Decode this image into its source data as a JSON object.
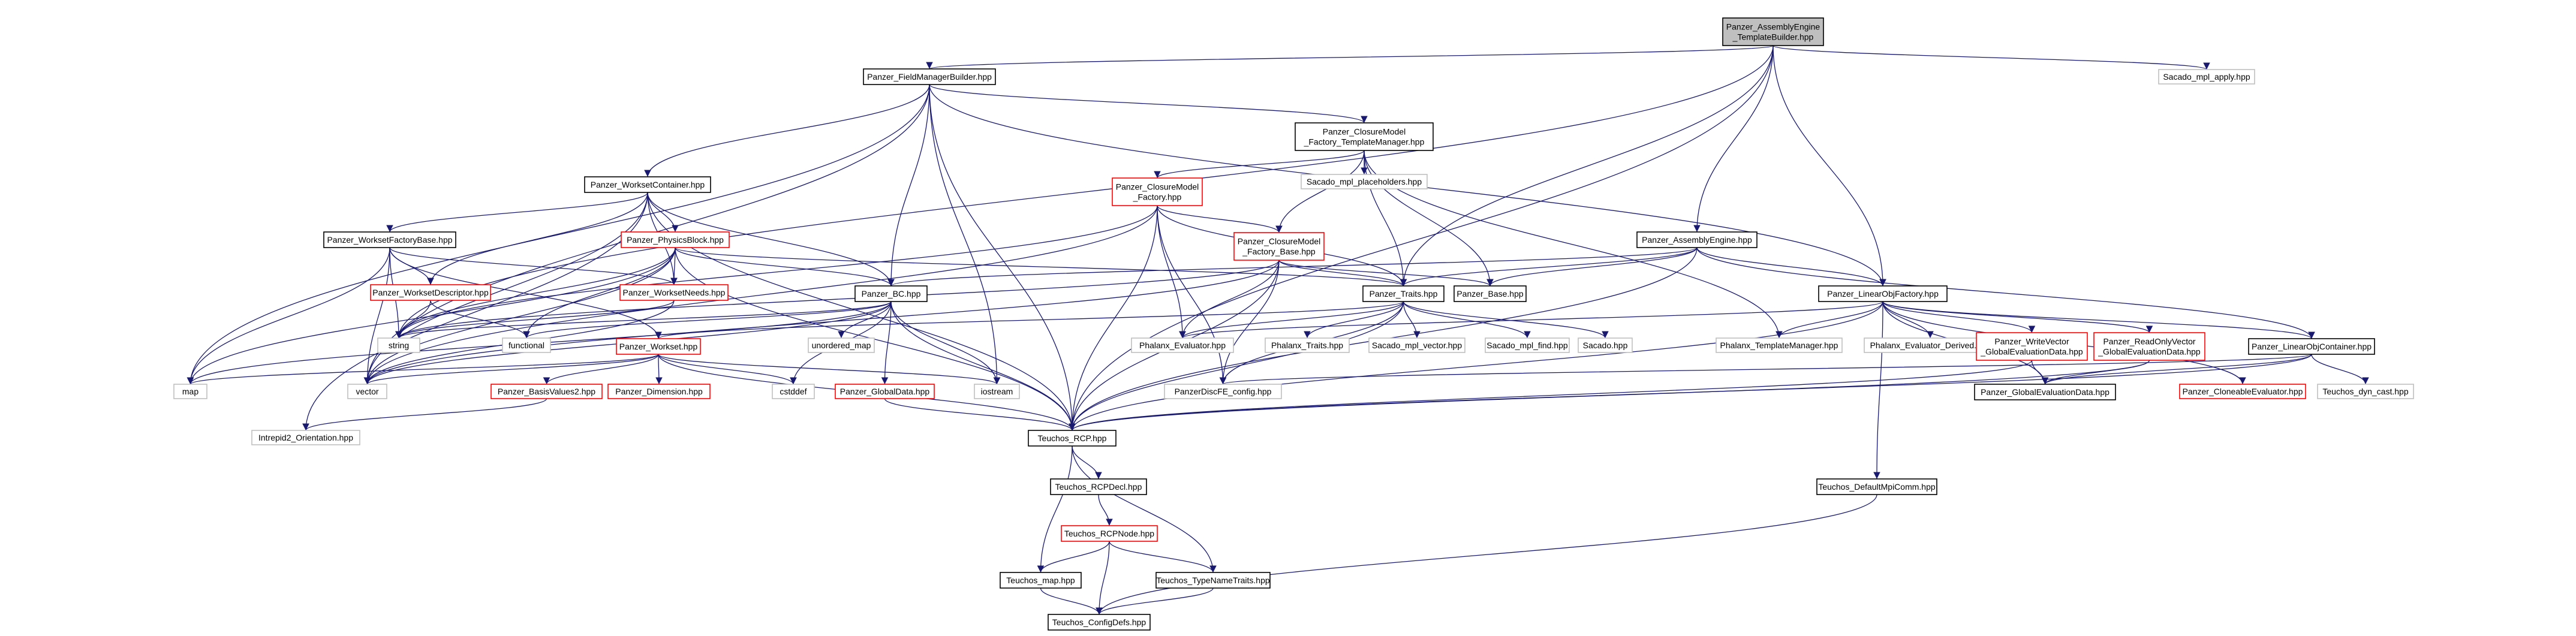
{
  "diagram": {
    "type": "include-dependency-graph",
    "colors": {
      "edge": "#191970",
      "border_normal": "#000000",
      "border_red": "#ff0000",
      "border_plain": "#bfbfbf",
      "root_fill": "#bfbfbf",
      "fill": "#ffffff"
    },
    "nodes": [
      {
        "id": "root",
        "lines": [
          "Panzer_AssemblyEngine",
          "_TemplateBuilder.hpp"
        ],
        "style": "root"
      },
      {
        "id": "fmb",
        "lines": [
          "Panzer_FieldManagerBuilder.hpp"
        ],
        "style": "normal"
      },
      {
        "id": "sacado_mpl_apply",
        "lines": [
          "Sacado_mpl_apply.hpp"
        ],
        "style": "plain"
      },
      {
        "id": "cm_tm",
        "lines": [
          "Panzer_ClosureModel",
          "_Factory_TemplateManager.hpp"
        ],
        "style": "normal"
      },
      {
        "id": "wsc",
        "lines": [
          "Panzer_WorksetContainer.hpp"
        ],
        "style": "normal"
      },
      {
        "id": "cmf",
        "lines": [
          "Panzer_ClosureModel",
          "_Factory.hpp"
        ],
        "style": "red"
      },
      {
        "id": "sacado_ph",
        "lines": [
          "Sacado_mpl_placeholders.hpp"
        ],
        "style": "plain"
      },
      {
        "id": "wsfb",
        "lines": [
          "Panzer_WorksetFactoryBase.hpp"
        ],
        "style": "normal"
      },
      {
        "id": "pb",
        "lines": [
          "Panzer_PhysicsBlock.hpp"
        ],
        "style": "red"
      },
      {
        "id": "cmfb",
        "lines": [
          "Panzer_ClosureModel",
          "_Factory_Base.hpp"
        ],
        "style": "red"
      },
      {
        "id": "ae",
        "lines": [
          "Panzer_AssemblyEngine.hpp"
        ],
        "style": "normal"
      },
      {
        "id": "wsd",
        "lines": [
          "Panzer_WorksetDescriptor.hpp"
        ],
        "style": "red"
      },
      {
        "id": "wsn",
        "lines": [
          "Panzer_WorksetNeeds.hpp"
        ],
        "style": "red"
      },
      {
        "id": "bc",
        "lines": [
          "Panzer_BC.hpp"
        ],
        "style": "normal"
      },
      {
        "id": "traits",
        "lines": [
          "Panzer_Traits.hpp"
        ],
        "style": "normal"
      },
      {
        "id": "base",
        "lines": [
          "Panzer_Base.hpp"
        ],
        "style": "normal"
      },
      {
        "id": "lof",
        "lines": [
          "Panzer_LinearObjFactory.hpp"
        ],
        "style": "normal"
      },
      {
        "id": "string",
        "lines": [
          "string"
        ],
        "style": "plain"
      },
      {
        "id": "functional",
        "lines": [
          "functional"
        ],
        "style": "plain"
      },
      {
        "id": "unordered_map",
        "lines": [
          "unordered_map"
        ],
        "style": "plain"
      },
      {
        "id": "phx_eval",
        "lines": [
          "Phalanx_Evaluator.hpp"
        ],
        "style": "plain"
      },
      {
        "id": "phx_traits",
        "lines": [
          "Phalanx_Traits.hpp"
        ],
        "style": "plain"
      },
      {
        "id": "sacado_vec",
        "lines": [
          "Sacado_mpl_vector.hpp"
        ],
        "style": "plain"
      },
      {
        "id": "sacado_find",
        "lines": [
          "Sacado_mpl_find.hpp"
        ],
        "style": "plain"
      },
      {
        "id": "sacado",
        "lines": [
          "Sacado.hpp"
        ],
        "style": "plain"
      },
      {
        "id": "phx_tm",
        "lines": [
          "Phalanx_TemplateManager.hpp"
        ],
        "style": "plain"
      },
      {
        "id": "phx_ed",
        "lines": [
          "Phalanx_Evaluator_Derived.hpp"
        ],
        "style": "plain"
      },
      {
        "id": "wv",
        "lines": [
          "Panzer_WriteVector",
          "_GlobalEvaluationData.hpp"
        ],
        "style": "red"
      },
      {
        "id": "rov",
        "lines": [
          "Panzer_ReadOnlyVector",
          "_GlobalEvaluationData.hpp"
        ],
        "style": "red"
      },
      {
        "id": "loc",
        "lines": [
          "Panzer_LinearObjContainer.hpp"
        ],
        "style": "normal"
      },
      {
        "id": "workset",
        "lines": [
          "Panzer_Workset.hpp"
        ],
        "style": "red"
      },
      {
        "id": "map",
        "lines": [
          "map"
        ],
        "style": "plain"
      },
      {
        "id": "vector",
        "lines": [
          "vector"
        ],
        "style": "plain"
      },
      {
        "id": "bv2",
        "lines": [
          "Panzer_BasisValues2.hpp"
        ],
        "style": "red"
      },
      {
        "id": "dim",
        "lines": [
          "Panzer_Dimension.hpp"
        ],
        "style": "red"
      },
      {
        "id": "cstddef",
        "lines": [
          "cstddef"
        ],
        "style": "plain"
      },
      {
        "id": "gd",
        "lines": [
          "Panzer_GlobalData.hpp"
        ],
        "style": "red"
      },
      {
        "id": "iostream",
        "lines": [
          "iostream"
        ],
        "style": "plain"
      },
      {
        "id": "config",
        "lines": [
          "PanzerDiscFE_config.hpp"
        ],
        "style": "plain"
      },
      {
        "id": "ged",
        "lines": [
          "Panzer_GlobalEvaluationData.hpp"
        ],
        "style": "normal"
      },
      {
        "id": "clone",
        "lines": [
          "Panzer_CloneableEvaluator.hpp"
        ],
        "style": "red"
      },
      {
        "id": "dyncast",
        "lines": [
          "Teuchos_dyn_cast.hpp"
        ],
        "style": "plain"
      },
      {
        "id": "intrepid",
        "lines": [
          "Intrepid2_Orientation.hpp"
        ],
        "style": "plain"
      },
      {
        "id": "rcp",
        "lines": [
          "Teuchos_RCP.hpp"
        ],
        "style": "normal"
      },
      {
        "id": "rcpdecl",
        "lines": [
          "Teuchos_RCPDecl.hpp"
        ],
        "style": "normal"
      },
      {
        "id": "dmc",
        "lines": [
          "Teuchos_DefaultMpiComm.hpp"
        ],
        "style": "normal"
      },
      {
        "id": "rcpnode",
        "lines": [
          "Teuchos_RCPNode.hpp"
        ],
        "style": "red"
      },
      {
        "id": "tmap",
        "lines": [
          "Teuchos_map.hpp"
        ],
        "style": "normal"
      },
      {
        "id": "tnt",
        "lines": [
          "Teuchos_TypeNameTraits.hpp"
        ],
        "style": "normal"
      },
      {
        "id": "cdefs",
        "lines": [
          "Teuchos_ConfigDefs.hpp"
        ],
        "style": "normal"
      }
    ],
    "edges": [
      [
        "root",
        "fmb"
      ],
      [
        "root",
        "sacado_mpl_apply"
      ],
      [
        "root",
        "string"
      ],
      [
        "root",
        "traits"
      ],
      [
        "root",
        "ae"
      ],
      [
        "root",
        "lof"
      ],
      [
        "root",
        "rcp"
      ],
      [
        "fmb",
        "cm_tm"
      ],
      [
        "fmb",
        "wsc"
      ],
      [
        "fmb",
        "bc"
      ],
      [
        "fmb",
        "lof"
      ],
      [
        "fmb",
        "map"
      ],
      [
        "fmb",
        "vector"
      ],
      [
        "fmb",
        "iostream"
      ],
      [
        "fmb",
        "rcp"
      ],
      [
        "cm_tm",
        "cmf"
      ],
      [
        "cm_tm",
        "cmfb"
      ],
      [
        "cm_tm",
        "sacado_ph"
      ],
      [
        "cm_tm",
        "traits"
      ],
      [
        "cm_tm",
        "base"
      ],
      [
        "cm_tm",
        "phx_tm"
      ],
      [
        "wsc",
        "wsfb"
      ],
      [
        "wsc",
        "pb"
      ],
      [
        "wsc",
        "wsd"
      ],
      [
        "wsc",
        "wsn"
      ],
      [
        "wsc",
        "bc"
      ],
      [
        "wsc",
        "vector"
      ],
      [
        "wsc",
        "rcp"
      ],
      [
        "wsc",
        "intrepid"
      ],
      [
        "cmf",
        "cmfb"
      ],
      [
        "cmf",
        "traits"
      ],
      [
        "cmf",
        "string"
      ],
      [
        "cmf",
        "phx_eval"
      ],
      [
        "cmf",
        "rcp"
      ],
      [
        "cmf",
        "config"
      ],
      [
        "cmf",
        "vector"
      ],
      [
        "cmfb",
        "traits"
      ],
      [
        "cmfb",
        "base"
      ],
      [
        "cmfb",
        "phx_eval"
      ],
      [
        "cmfb",
        "string"
      ],
      [
        "cmfb",
        "vector"
      ],
      [
        "cmfb",
        "rcp"
      ],
      [
        "cmfb",
        "config"
      ],
      [
        "wsfb",
        "wsd"
      ],
      [
        "wsfb",
        "wsn"
      ],
      [
        "wsfb",
        "workset"
      ],
      [
        "wsfb",
        "string"
      ],
      [
        "wsfb",
        "map"
      ],
      [
        "wsfb",
        "vector"
      ],
      [
        "pb",
        "wsn"
      ],
      [
        "pb",
        "bc"
      ],
      [
        "pb",
        "traits"
      ],
      [
        "pb",
        "string"
      ],
      [
        "pb",
        "vector"
      ],
      [
        "pb",
        "map"
      ],
      [
        "pb",
        "rcp"
      ],
      [
        "pb",
        "functional"
      ],
      [
        "ae",
        "bc"
      ],
      [
        "ae",
        "traits"
      ],
      [
        "ae",
        "base"
      ],
      [
        "ae",
        "lof"
      ],
      [
        "ae",
        "loc"
      ],
      [
        "ae",
        "rcp"
      ],
      [
        "wsd",
        "string"
      ],
      [
        "wsd",
        "functional"
      ],
      [
        "wsn",
        "string"
      ],
      [
        "wsn",
        "vector"
      ],
      [
        "bc",
        "string"
      ],
      [
        "bc",
        "functional"
      ],
      [
        "bc",
        "unordered_map"
      ],
      [
        "bc",
        "iostream"
      ],
      [
        "bc",
        "vector"
      ],
      [
        "bc",
        "map"
      ],
      [
        "bc",
        "cstddef"
      ],
      [
        "bc",
        "gd"
      ],
      [
        "bc",
        "rcp"
      ],
      [
        "traits",
        "phx_traits"
      ],
      [
        "traits",
        "sacado_vec"
      ],
      [
        "traits",
        "sacado_find"
      ],
      [
        "traits",
        "sacado"
      ],
      [
        "traits",
        "workset"
      ],
      [
        "traits",
        "config"
      ],
      [
        "traits",
        "rcp"
      ],
      [
        "traits",
        "phx_eval"
      ],
      [
        "lof",
        "phx_tm"
      ],
      [
        "lof",
        "phx_ed"
      ],
      [
        "lof",
        "phx_eval"
      ],
      [
        "lof",
        "wv"
      ],
      [
        "lof",
        "rov"
      ],
      [
        "lof",
        "loc"
      ],
      [
        "lof",
        "clone"
      ],
      [
        "lof",
        "rcp"
      ],
      [
        "lof",
        "dmc"
      ],
      [
        "lof",
        "ged"
      ],
      [
        "wv",
        "ged"
      ],
      [
        "wv",
        "rcp"
      ],
      [
        "rov",
        "ged"
      ],
      [
        "rov",
        "rcp"
      ],
      [
        "loc",
        "ged"
      ],
      [
        "loc",
        "dyncast"
      ],
      [
        "loc",
        "rcp"
      ],
      [
        "loc",
        "config"
      ],
      [
        "workset",
        "bv2"
      ],
      [
        "workset",
        "dim"
      ],
      [
        "workset",
        "vector"
      ],
      [
        "workset",
        "map"
      ],
      [
        "workset",
        "cstddef"
      ],
      [
        "workset",
        "iostream"
      ],
      [
        "workset",
        "rcp"
      ],
      [
        "bv2",
        "intrepid"
      ],
      [
        "gd",
        "rcp"
      ],
      [
        "rcp",
        "rcpdecl"
      ],
      [
        "rcp",
        "tmap"
      ],
      [
        "rcp",
        "tnt"
      ],
      [
        "rcpdecl",
        "rcpnode"
      ],
      [
        "rcpnode",
        "tmap"
      ],
      [
        "rcpnode",
        "tnt"
      ],
      [
        "rcpnode",
        "cdefs"
      ],
      [
        "tmap",
        "cdefs"
      ],
      [
        "tnt",
        "cdefs"
      ],
      [
        "dmc",
        "cdefs"
      ]
    ]
  }
}
